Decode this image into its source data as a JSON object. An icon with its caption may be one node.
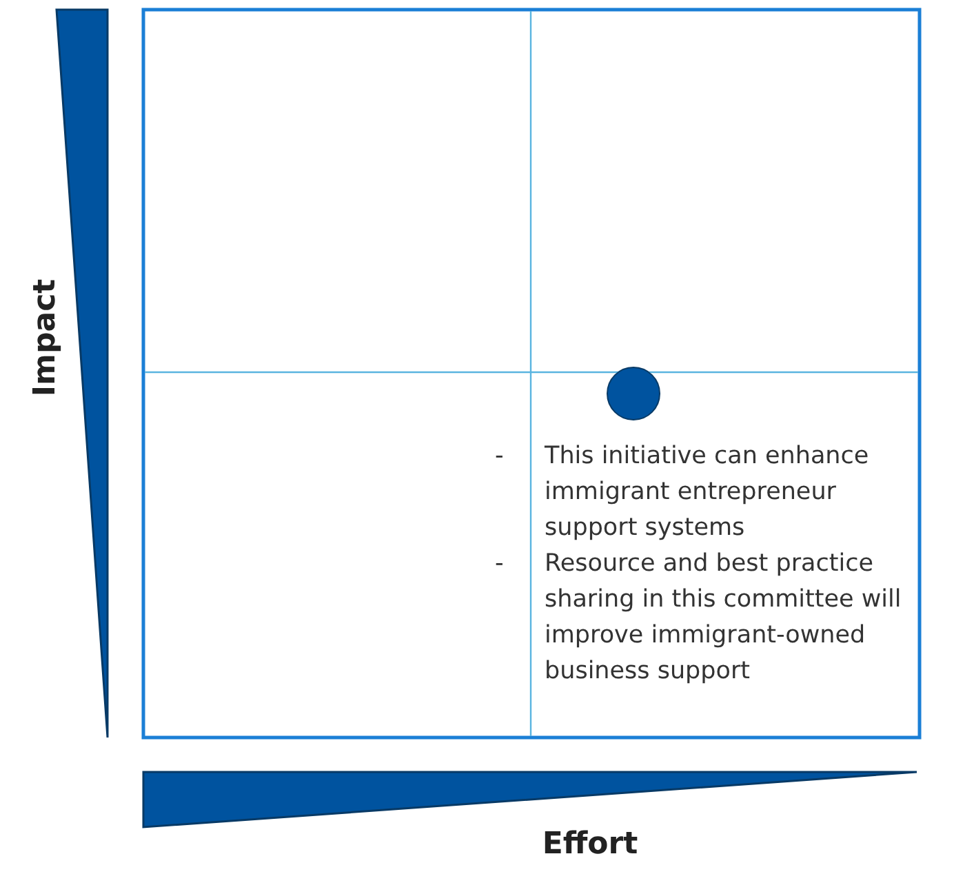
{
  "diagram": {
    "nodes": [
      {
        "text": [],
        "shape": "circle",
        "beside": [
          "This initiative can enhance immigrant entrepreneur support systems",
          "Resource and best practice sharing in this committee will improve immigrant-owned business support"
        ]
      }
    ],
    "labels": [
      "Impact",
      "-",
      "-",
      "Effort"
    ]
  }
}
